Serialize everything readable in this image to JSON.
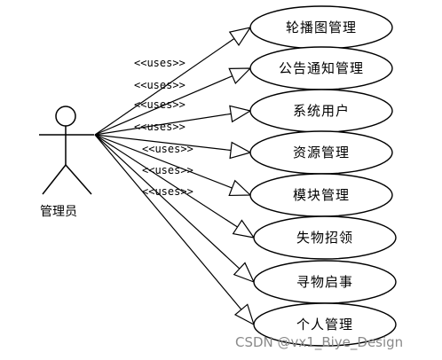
{
  "actor": {
    "label": "管理员",
    "icon": "stick-figure-icon"
  },
  "stereotype": "<<uses>>",
  "use_cases": [
    {
      "label": "轮播图管理"
    },
    {
      "label": "公告通知管理"
    },
    {
      "label": "系统用户"
    },
    {
      "label": "资源管理"
    },
    {
      "label": "模块管理"
    },
    {
      "label": "失物招领"
    },
    {
      "label": "寻物启事"
    },
    {
      "label": "个人管理"
    }
  ],
  "watermark": "CSDN @vx1_Biye_Design"
}
